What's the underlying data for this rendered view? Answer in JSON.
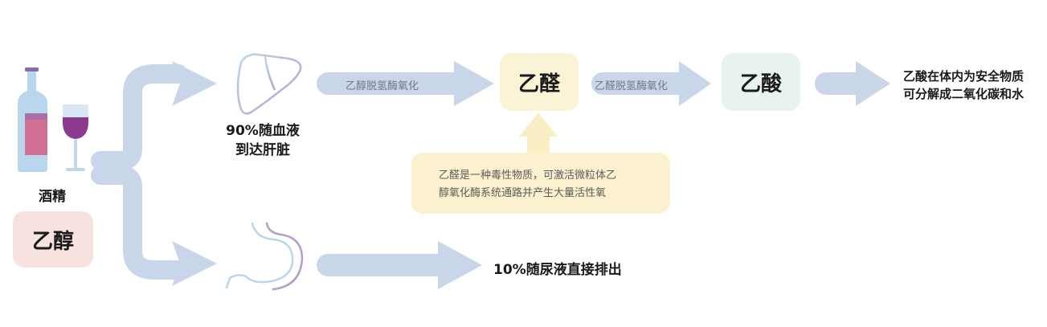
{
  "source": {
    "label": "酒精",
    "chemical": "乙醇"
  },
  "branches": {
    "liver_route": {
      "text_line1": "90%随血液",
      "text_line2": "到达肝脏"
    },
    "urine_route": {
      "text": "10%随尿液直接排出"
    }
  },
  "steps": {
    "enzyme1": "乙醇脱氢酶氧化",
    "product1": "乙醛",
    "enzyme2": "乙醛脱氢酶氧化",
    "product2": "乙酸",
    "final_line1": "乙酸在体内为安全物质",
    "final_line2": "可分解成二氧化碳和水"
  },
  "note": {
    "line1": "乙醛是一种毒性物质，可激活微粒体乙",
    "line2": "醇氧化酶系统通路并产生大量活性氧"
  },
  "colors": {
    "arrow": "#c9d6ea",
    "acetaldehyde_bg": "#fbf3d6",
    "acid_bg": "#e9f3ee",
    "ethanol_bg": "#f8e2df",
    "note_bg": "#fbf1cf",
    "wine": "#8b3a8f",
    "bottle": "#b9d6ec"
  },
  "icons": [
    "wine-bottle-icon",
    "wine-glass-icon",
    "liver-icon",
    "stomach-icon"
  ]
}
